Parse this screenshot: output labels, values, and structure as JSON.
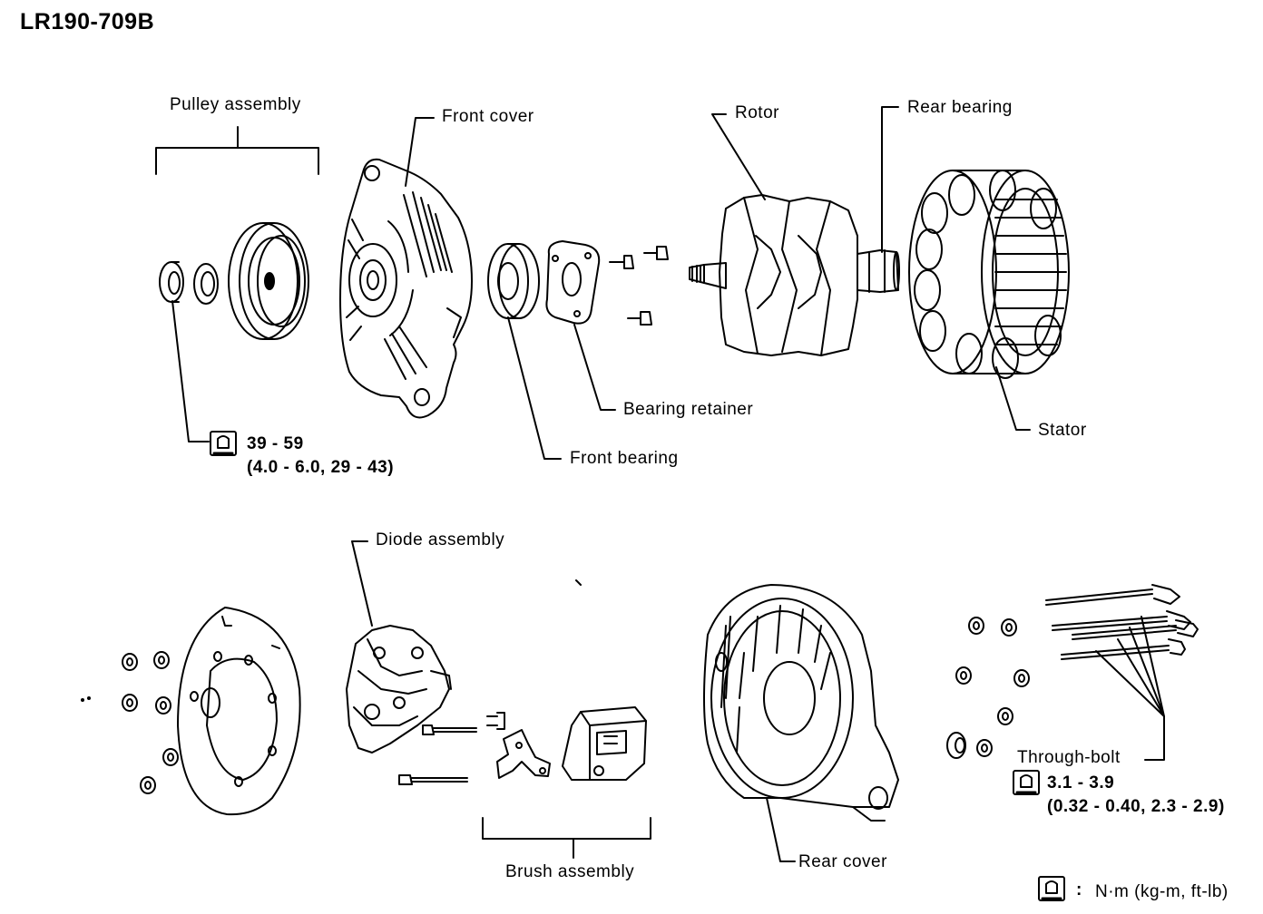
{
  "figure_id": "LR190-709B",
  "labels": {
    "pulley_assembly": "Pulley assembly",
    "front_cover": "Front cover",
    "rotor": "Rotor",
    "rear_bearing": "Rear bearing",
    "bearing_retainer": "Bearing retainer",
    "stator": "Stator",
    "front_bearing": "Front bearing",
    "diode_assembly": "Diode assembly",
    "brush_assembly": "Brush assembly",
    "rear_cover": "Rear cover",
    "through_bolt": "Through-bolt"
  },
  "torque_specs": {
    "pulley_nut": {
      "value": "39 - 59",
      "alt_units": "(4.0 - 6.0, 29 - 43)"
    },
    "through_bolt": {
      "value": "3.1 - 3.9",
      "alt_units": "(0.32 - 0.40, 2.3 - 2.9)"
    }
  },
  "legend": {
    "separator": ":",
    "units": "N·m (kg-m, ft-lb)"
  },
  "icons": [
    "torque-wrench-icon"
  ]
}
